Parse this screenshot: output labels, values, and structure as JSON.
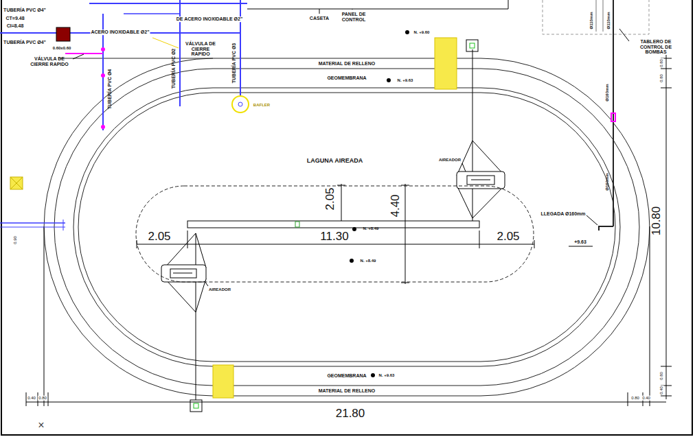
{
  "diagram": {
    "nodes": [
      {
        "text": [
          "MATERIAL DE RELLENO"
        ]
      },
      {
        "text": [
          "GEOMEMBRANA"
        ]
      },
      {
        "text": [
          "LAGUNA AIREADA"
        ]
      },
      {
        "text": [
          "GEOMEMBRANA"
        ]
      },
      {
        "text": [
          "MATERIAL DE RELLENO"
        ]
      }
    ],
    "labels": [
      "TUBERÍA PVC Ø4\"",
      "CT=9.48",
      "CI=8.48",
      "TUBERÍA PVC Ø4\"",
      "0.60x0.60",
      "VÁLVULA DE CIERRE RAPIDO",
      "ACERO INOXIDABLE Ø2\"",
      "VÁLVULA DE CIERRE RAPIDO",
      "TUBERÍA PVC Ø4",
      "TUBERÍA PVC Ø2",
      "TUBERÍA PVC Ø3",
      "BAFLER",
      "CASETA",
      "PANEL DE CONTROL",
      "DE ACERO INOXIDABLE Ø2\"",
      "N. +9.60",
      "N. +9.63",
      "AIREADOR",
      "2.05",
      "4.40",
      "2.05",
      "11.30",
      "2.05",
      "N. +8.49",
      "N. +8.49",
      "AIREADOR",
      "LLEGADA Ø160mm",
      "+9.63",
      "10.80",
      "TABLERO DE CONTROL DE BOMBAS",
      "Ø110mm",
      "Ø110mm",
      "Ø160mm",
      "Ø160mm",
      "N. +9.63",
      "21.80",
      "0.80",
      "0.80",
      "0.80",
      "0.40",
      "0.40",
      "0.80",
      "0.80",
      "0.40",
      "0.90",
      "×"
    ]
  }
}
